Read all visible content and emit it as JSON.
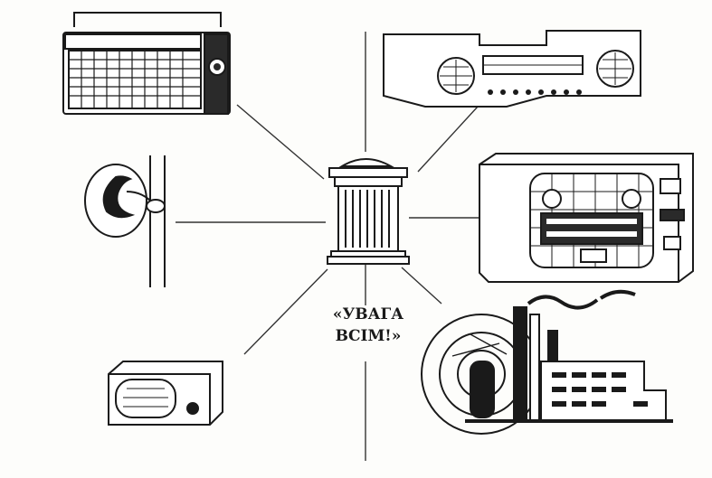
{
  "caption": {
    "line1": "«УВАГА",
    "line2": "ВСІМ!»"
  },
  "colors": {
    "ink": "#1a1a1a",
    "paper": "#fdfdfb",
    "shade": "#2a2a2a"
  },
  "nodes": [
    {
      "id": "hub",
      "icon": "loudspeaker-column-icon"
    },
    {
      "id": "portable-radio",
      "icon": "portable-radio-icon"
    },
    {
      "id": "stereo-system",
      "icon": "stereo-system-icon"
    },
    {
      "id": "wall-loudspeaker",
      "icon": "wall-loudspeaker-icon"
    },
    {
      "id": "television",
      "icon": "television-icon"
    },
    {
      "id": "table-radio",
      "icon": "table-radio-icon"
    },
    {
      "id": "factory-siren",
      "icon": "factory-siren-icon"
    }
  ]
}
